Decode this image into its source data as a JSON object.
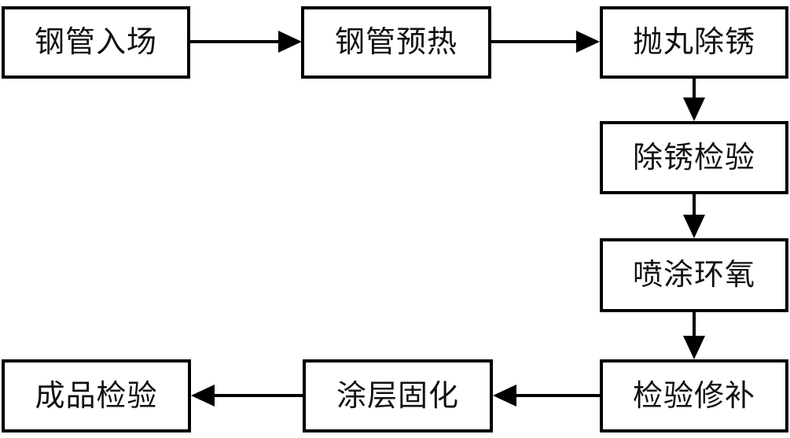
{
  "diagram": {
    "type": "flowchart",
    "background_color": "#ffffff",
    "line_color": "#000000",
    "box_fill": "#ffffff",
    "text_color": "#111111",
    "nodes": [
      {
        "id": "node-steel-pipe-entry",
        "label": "钢管入场"
      },
      {
        "id": "node-steel-pipe-preheat",
        "label": "钢管预热"
      },
      {
        "id": "node-shot-blast-derust",
        "label": "抛丸除锈"
      },
      {
        "id": "node-derust-inspection",
        "label": "除锈检验"
      },
      {
        "id": "node-epoxy-spray",
        "label": "喷涂环氧"
      },
      {
        "id": "node-inspection-repair",
        "label": "检验修补"
      },
      {
        "id": "node-coating-curing",
        "label": "涂层固化"
      },
      {
        "id": "node-finished-product-inspection",
        "label": "成品检验"
      }
    ],
    "edges": [
      {
        "from": "钢管入场",
        "to": "钢管预热",
        "direction": "right"
      },
      {
        "from": "钢管预热",
        "to": "抛丸除锈",
        "direction": "right"
      },
      {
        "from": "抛丸除锈",
        "to": "除锈检验",
        "direction": "down"
      },
      {
        "from": "除锈检验",
        "to": "喷涂环氧",
        "direction": "down"
      },
      {
        "from": "喷涂环氧",
        "to": "检验修补",
        "direction": "down"
      },
      {
        "from": "检验修补",
        "to": "涂层固化",
        "direction": "left"
      },
      {
        "from": "涂层固化",
        "to": "成品检验",
        "direction": "left"
      }
    ]
  }
}
